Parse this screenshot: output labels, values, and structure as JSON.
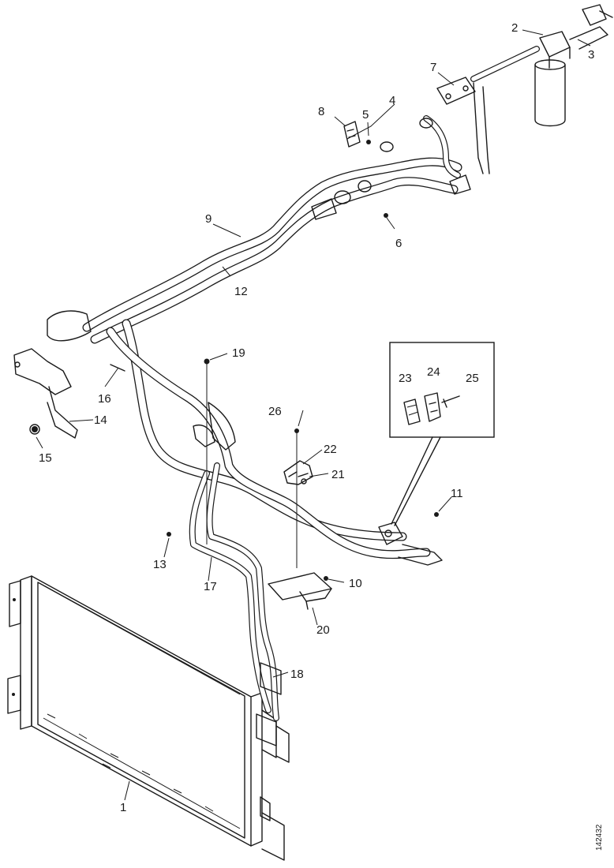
{
  "diagram": {
    "drawing_code": "142432",
    "callouts": [
      {
        "id": "c1",
        "text": "1"
      },
      {
        "id": "c2",
        "text": "2"
      },
      {
        "id": "c3",
        "text": "3"
      },
      {
        "id": "c4",
        "text": "4"
      },
      {
        "id": "c5",
        "text": "5"
      },
      {
        "id": "c6",
        "text": "6"
      },
      {
        "id": "c7",
        "text": "7"
      },
      {
        "id": "c8",
        "text": "8"
      },
      {
        "id": "c9",
        "text": "9"
      },
      {
        "id": "c10",
        "text": "10"
      },
      {
        "id": "c11",
        "text": "11"
      },
      {
        "id": "c12",
        "text": "12"
      },
      {
        "id": "c13",
        "text": "13"
      },
      {
        "id": "c14",
        "text": "14"
      },
      {
        "id": "c15",
        "text": "15"
      },
      {
        "id": "c16",
        "text": "16"
      },
      {
        "id": "c17",
        "text": "17"
      },
      {
        "id": "c18",
        "text": "18"
      },
      {
        "id": "c19",
        "text": "19"
      },
      {
        "id": "c20",
        "text": "20"
      },
      {
        "id": "c21",
        "text": "21"
      },
      {
        "id": "c22",
        "text": "22"
      },
      {
        "id": "c23",
        "text": "23"
      },
      {
        "id": "c24",
        "text": "24"
      },
      {
        "id": "c25",
        "text": "25"
      },
      {
        "id": "c26",
        "text": "26"
      }
    ]
  }
}
